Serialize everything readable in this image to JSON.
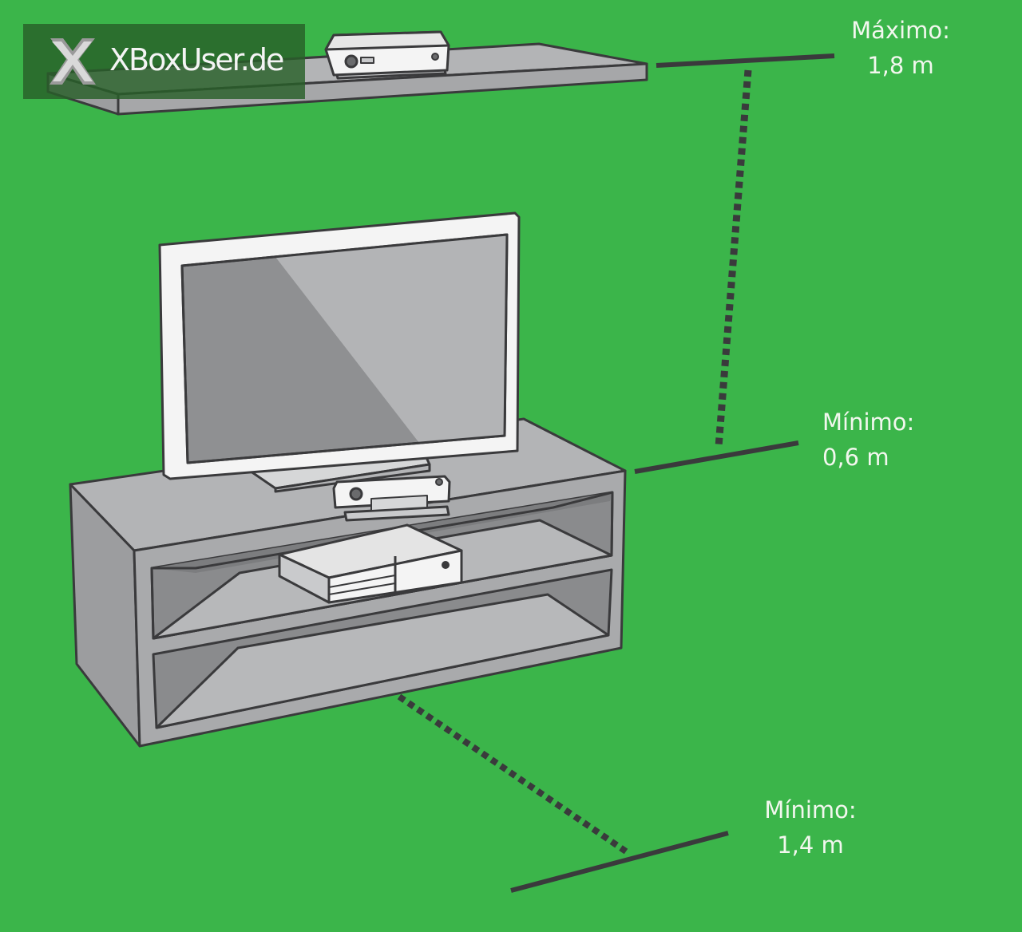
{
  "watermark": {
    "text": "XBoxUser.de",
    "icon": "x-logo-icon"
  },
  "labels": {
    "max_height": {
      "title": "Máximo:",
      "value": "1,8 m"
    },
    "min_height": {
      "title": "Mínimo:",
      "value": "0,6 m"
    },
    "min_distance": {
      "title": "Mínimo:",
      "value": "1,4 m"
    }
  },
  "colors": {
    "background": "#3bb54a",
    "furniture": "#b3b4b6",
    "furniture_dark": "#8f9092",
    "outline": "#3a3a3c",
    "label_text": "#f2f7ee",
    "device_white": "#f4f4f4"
  }
}
